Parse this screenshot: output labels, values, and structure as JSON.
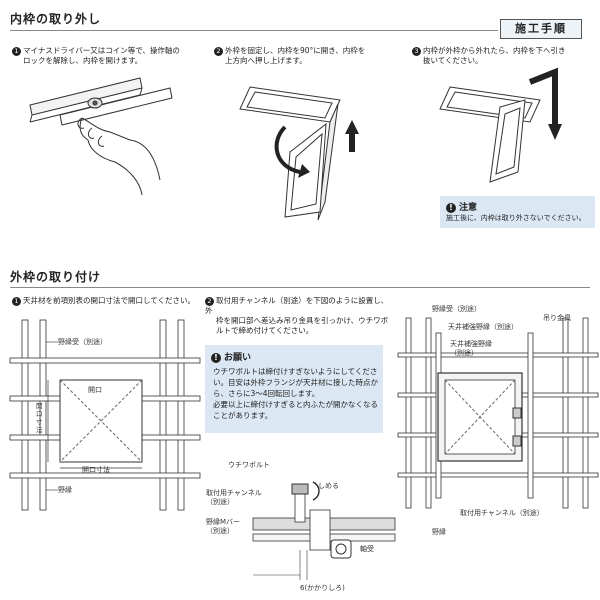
{
  "section1": {
    "title": "内枠の取り外し",
    "badge": "施工手順",
    "steps": [
      {
        "num": "1",
        "lines": [
          "マイナスドライバー又はコイン等で、操作軸の",
          "ロックを解除し、内枠を開けます。"
        ]
      },
      {
        "num": "2",
        "lines": [
          "外枠を固定し、内枠を90°に開き、内枠を",
          "上方向へ押し上げます。"
        ]
      },
      {
        "num": "3",
        "lines": [
          "内枠が外枠から外れたら、内枠を下へ引き",
          "抜いてください。"
        ]
      }
    ],
    "caution": {
      "title": "注意",
      "text": "施工後に、内枠は取り外さないでください。"
    }
  },
  "section2": {
    "title": "外枠の取り付け",
    "steps": [
      {
        "num": "1",
        "lines": [
          "天井材を前項別表の開口寸法で開口してください。"
        ]
      },
      {
        "num": "2",
        "lines": [
          "取付用チャンネル（別途）を下図のように設置し、外",
          "枠を開口部へ差込み吊り金具を引っかけ、ウチワボ",
          "ルトで締め付けてください。"
        ]
      }
    ],
    "request": {
      "title": "お願い",
      "lines": [
        "ウチワボルトは締付けすぎないようにしてくださ",
        "い。目安は外枠フランジが天井材に接した時点か",
        "ら、さらに3～4回転回します。",
        "必要以上に締付けすぎると内ふたが開かなくなる",
        "ことがあります。"
      ]
    },
    "diagram1": {
      "nobuchi_uke": "野縁受（別途）",
      "kaikou": "開口",
      "kaikou_sunpo_v": "開口寸法",
      "kaikou_sunpo_h": "開口寸法",
      "nobuchi": "野縁"
    },
    "diagram2": {
      "uchiwa_bolt": "ウチワボルト",
      "shimeru": "しめる",
      "channel": [
        "取付用チャンネル",
        "（別途）"
      ],
      "m_bar": [
        "野縁Mバー",
        "（別途）"
      ],
      "jikuuke": "軸受",
      "kakari": "6(かかりしろ)"
    },
    "diagram3": {
      "nobuchi_uke": "野縁受（別途）",
      "tenjo_hokyo1": "天井補強野縁（別途）",
      "tsuri_kanagu": "吊り金具",
      "tenjo_hokyo2": [
        "天井補強野縁",
        "（別途）"
      ],
      "channel": "取付用チャンネル（別途）",
      "nobuchi": "野縁"
    }
  },
  "colors": {
    "accent_blue": "#dbe7f3",
    "badge_bg": "#eef3f8",
    "line": "#555555"
  }
}
